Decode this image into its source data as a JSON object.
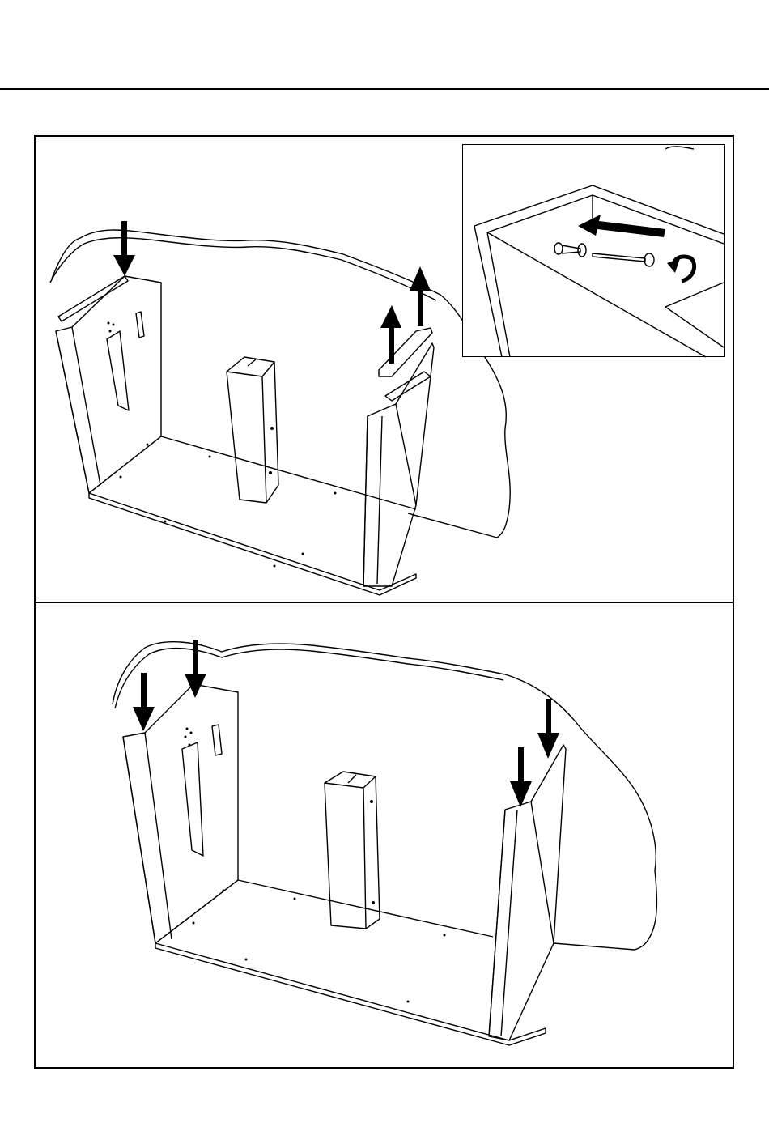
{
  "page": {
    "header_rule": true,
    "steps": [
      {
        "id": "step-remove-top-panels",
        "arrows": [
          "down-arrow",
          "up-arrow",
          "up-arrow"
        ],
        "detail_inset": {
          "arrows": [
            "left-arrow",
            "rotate-arrow"
          ],
          "hardware": [
            "cam-dowel",
            "screw"
          ]
        }
      },
      {
        "id": "step-press-side-panels",
        "arrows": [
          "down-arrow",
          "down-arrow",
          "down-arrow",
          "down-arrow"
        ]
      }
    ],
    "colors": {
      "ink": "#000000",
      "paper": "#ffffff"
    }
  }
}
